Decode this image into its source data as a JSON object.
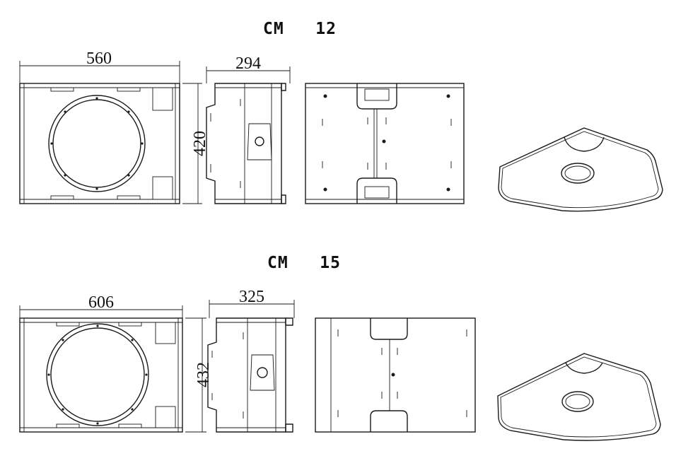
{
  "models": [
    {
      "title": "CM   12",
      "dimensions": {
        "width": "560",
        "depth": "294",
        "height": "420"
      }
    },
    {
      "title": "CM   15",
      "dimensions": {
        "width": "606",
        "depth": "325",
        "height": "432"
      }
    }
  ]
}
